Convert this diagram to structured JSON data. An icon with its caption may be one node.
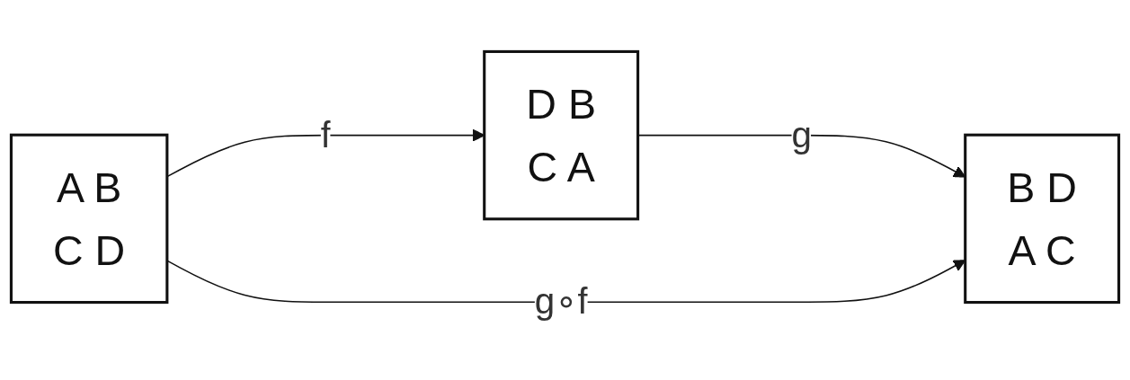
{
  "diagram": {
    "nodes": [
      {
        "text": [
          "A",
          "B",
          "C",
          "D"
        ]
      },
      {
        "text": [
          "D",
          "B",
          "C",
          "A"
        ]
      },
      {
        "text": [
          "B",
          "D",
          "A",
          "C"
        ]
      }
    ],
    "edges": [
      {
        "from": 0,
        "to": 1,
        "arrow": "to",
        "label": "f"
      },
      {
        "from": 1,
        "to": 2,
        "arrow": "to",
        "label": "g"
      },
      {
        "from": 0,
        "to": 2,
        "arrow": "to",
        "label": "g∘f"
      }
    ]
  }
}
